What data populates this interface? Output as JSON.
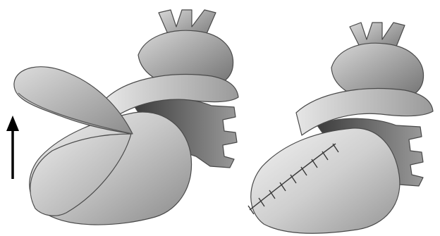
{
  "figure": {
    "panels": [
      {
        "id": "left",
        "state": "ventricular-flap-lifted",
        "has_arrow": true,
        "arrow_direction": "up"
      },
      {
        "id": "right",
        "state": "ventricle-closed-with-suture",
        "suture_stitches": 9
      }
    ],
    "colors": {
      "background": "#ffffff",
      "outline": "#4a4a4a",
      "arrow": "#000000",
      "suture": "#3a3a3a"
    }
  }
}
